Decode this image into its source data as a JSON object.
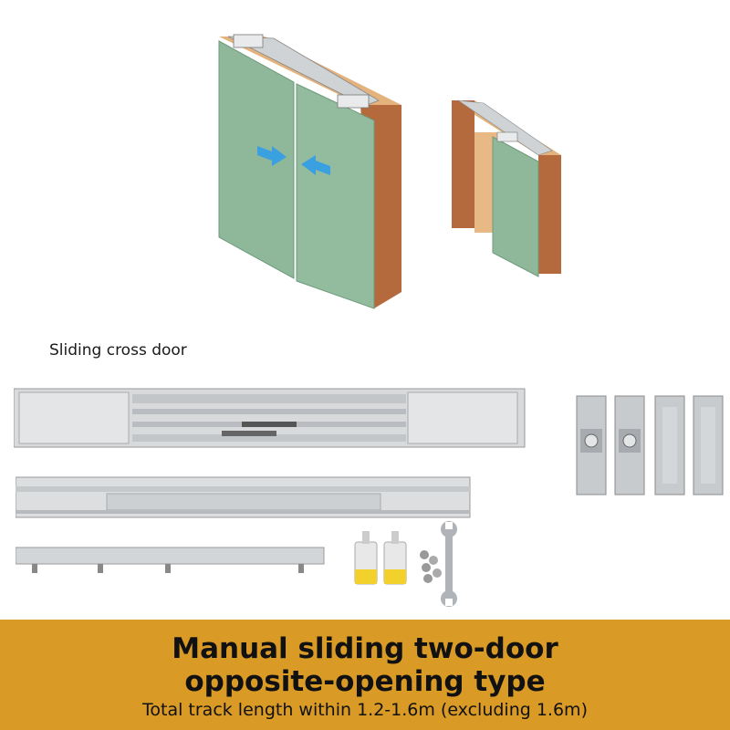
{
  "illustrations": {
    "two_door_cabinet": "two-door-cabinet-illustration",
    "one_door_cabinet": "single-door-cabinet-illustration",
    "arrow_right": "arrow-right-icon",
    "arrow_left": "arrow-left-icon"
  },
  "caption": "Sliding cross door",
  "parts": {
    "main_track": "main-track-assembly",
    "second_track": "secondary-track",
    "bottom_rail": "bottom-guide-rail",
    "glue_tubes": "glue-tube-icon",
    "wrench": "wrench-icon",
    "screws": "screw-set-icon",
    "brackets": "mounting-bracket-icon"
  },
  "colors": {
    "banner": "#d99a26",
    "door_green": "#8fb89a",
    "wood": "#b46a3c",
    "arrow": "#3aa0e0"
  },
  "banner": {
    "title_line1": "Manual sliding two-door",
    "title_line2": "opposite-opening type",
    "subtitle": "Total track length within 1.2-1.6m (excluding 1.6m)"
  }
}
